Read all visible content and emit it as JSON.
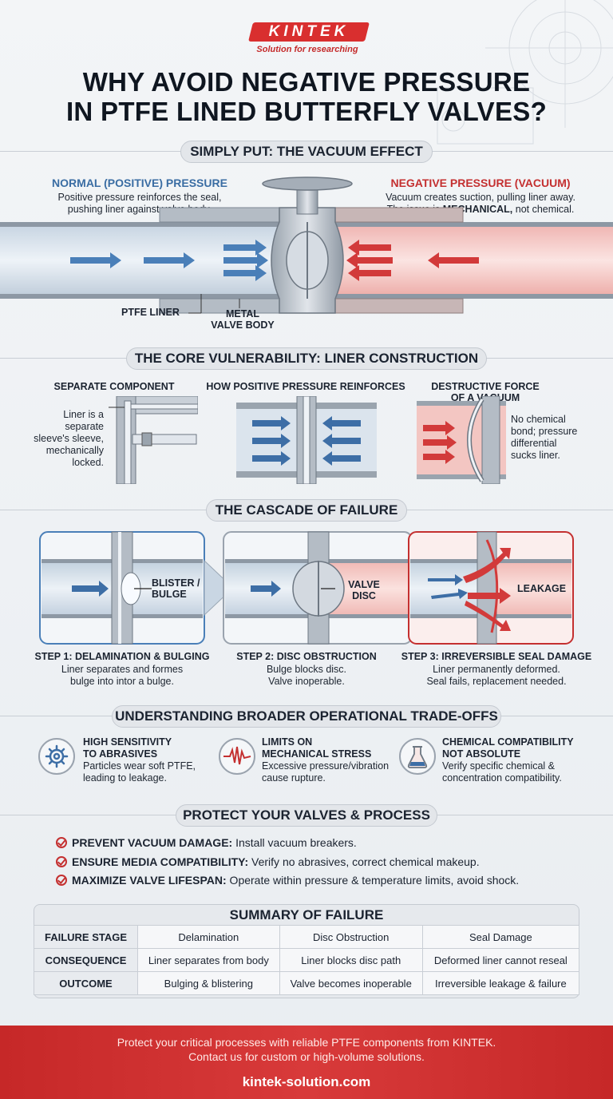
{
  "brand": {
    "name": "KINTEK",
    "tagline": "Solution for researching"
  },
  "title": {
    "line1": "WHY AVOID NEGATIVE PRESSURE",
    "line2": "IN PTFE LINED BUTTERFLY VALVES?"
  },
  "section1": {
    "heading": "SIMPLY PUT: THE VACUUM EFFECT",
    "left_title": "NORMAL (POSITIVE) PRESSURE",
    "left_desc1": "Positive pressure reinforces the seal,",
    "left_desc2": "pushing liner against valve body.",
    "right_title": "NEGATIVE PRESSURE (VACUUM)",
    "right_desc1": "Vacuum creates suction, pulling liner away.",
    "right_desc2_a": "The issue is ",
    "right_desc2_b": "MECHANICAL,",
    "right_desc2_c": " not chemical.",
    "label_liner": "PTFE LINER",
    "label_body1": "METAL",
    "label_body2": "VALVE BODY"
  },
  "section2": {
    "heading": "THE CORE VULNERABILITY: LINER CONSTRUCTION",
    "col1_title": "SEPARATE COMPONENT",
    "col1_desc": [
      "Liner is a",
      "separate",
      "sleeve's sleeve,",
      "mechanically",
      "locked."
    ],
    "col2_title": "HOW POSITIVE PRESSURE REINFORCES",
    "col3_title1": "DESTRUCTIVE FORCE",
    "col3_title2": "OF A VACUUM",
    "col3_desc": [
      "No chemical",
      "bond; pressure",
      "differential",
      "sucks liner."
    ]
  },
  "section3": {
    "heading": "THE CASCADE OF FAILURE",
    "step1_label1": "BLISTER /",
    "step1_label2": "BULGE",
    "step2_label1": "VALVE",
    "step2_label2": "DISC",
    "step3_label": "LEAKAGE",
    "step1_title": "STEP 1: DELAMINATION & BULGING",
    "step1_desc1": "Liner separates and formes",
    "step1_desc2": "bulge into intor a bulge.",
    "step2_title": "STEP 2: DISC OBSTRUCTION",
    "step2_desc1": "Bulge blocks disc.",
    "step2_desc2": "Valve inoperable.",
    "step3_title": "STEP 3: IRREVERSIBLE SEAL DAMAGE",
    "step3_desc1": "Liner permanently deformed.",
    "step3_desc2": "Seal fails, replacement needed."
  },
  "section4": {
    "heading": "UNDERSTANDING BROADER OPERATIONAL TRADE-OFFS",
    "items": [
      {
        "icon": "gear-icon",
        "title1": "HIGH SENSITIVITY",
        "title2": "TO ABRASIVES",
        "desc1": "Particles wear soft PTFE,",
        "desc2": "leading to leakage."
      },
      {
        "icon": "vibration-icon",
        "title1": "LIMITS ON",
        "title2": "MECHANICAL STRESS",
        "desc1": "Excessive pressure/vibration",
        "desc2": "cause rupture."
      },
      {
        "icon": "flask-icon",
        "title1": "CHEMICAL COMPATIBILITY",
        "title2": "NOT ABSOLUTE",
        "desc1": "Verify specific chemical &",
        "desc2": "concentration compatibility."
      }
    ]
  },
  "section5": {
    "heading": "PROTECT YOUR VALVES & PROCESS",
    "items": [
      {
        "bold": "PREVENT VACUUM DAMAGE:",
        "text": " Install vacuum breakers."
      },
      {
        "bold": "ENSURE MEDIA COMPATIBILITY:",
        "text": " Verify no abrasives, correct chemical makeup."
      },
      {
        "bold": "MAXIMIZE VALVE LIFESPAN:",
        "text": " Operate within pressure & temperature limits, avoid shock."
      }
    ]
  },
  "summary": {
    "title": "SUMMARY OF FAILURE",
    "rows": [
      {
        "head": "FAILURE STAGE",
        "cells": [
          "Delamination",
          "Disc Obstruction",
          "Seal Damage"
        ]
      },
      {
        "head": "CONSEQUENCE",
        "cells": [
          "Liner separates from body",
          "Liner blocks disc path",
          "Deformed liner cannot reseal"
        ]
      },
      {
        "head": "OUTCOME",
        "cells": [
          "Bulging & blistering",
          "Valve becomes inoperable",
          "Irreversible leakage & failure"
        ]
      }
    ]
  },
  "footer": {
    "line1": "Protect your critical processes with reliable PTFE components from KINTEK.",
    "line2": "Contact us for custom or high-volume solutions.",
    "url": "kintek-solution.com"
  },
  "colors": {
    "accent_red": "#c43030",
    "accent_blue": "#3a6da3",
    "footer_red": "#c62828"
  }
}
